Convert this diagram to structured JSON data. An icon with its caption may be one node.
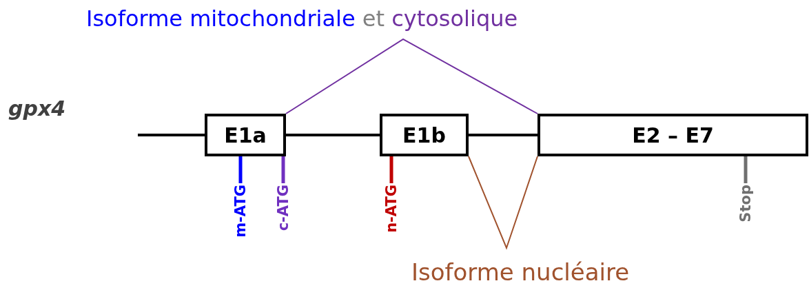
{
  "diagram": {
    "nodes": [
      {
        "text": [
          "E1a"
        ]
      },
      {
        "text": [
          "E1b"
        ]
      },
      {
        "text": [
          "E2 – E7"
        ]
      },
      {
        "text": [
          "m-ATG"
        ]
      },
      {
        "text": [
          "c-ATG"
        ]
      },
      {
        "text": [
          "n-ATG"
        ]
      },
      {
        "text": [
          "Stop"
        ]
      }
    ],
    "edges": [
      {
        "from": null,
        "to": 0,
        "arrow": "none"
      },
      {
        "from": 0,
        "to": 1,
        "arrow": "none"
      },
      {
        "from": 1,
        "to": 2,
        "arrow": "none"
      },
      {
        "from": 0,
        "to": 2,
        "arrow": "none",
        "color": "#7030a0"
      },
      {
        "from": 1,
        "to": 2,
        "arrow": "none",
        "color": "#a0522d",
        "label": "Isoforme nucléaire"
      },
      {
        "from": 3,
        "to": 0,
        "arrow": "none",
        "color": "#0000ff"
      },
      {
        "from": 4,
        "to": 0,
        "arrow": "none",
        "color": "#7030c0"
      },
      {
        "from": 5,
        "to": 1,
        "arrow": "none",
        "color": "#c00000"
      },
      {
        "from": 6,
        "to": 2,
        "arrow": "none",
        "color": "#707070"
      }
    ],
    "labels": [
      "Isoforme mitochondriale",
      "et",
      "cytosolique",
      "gpx4"
    ]
  }
}
